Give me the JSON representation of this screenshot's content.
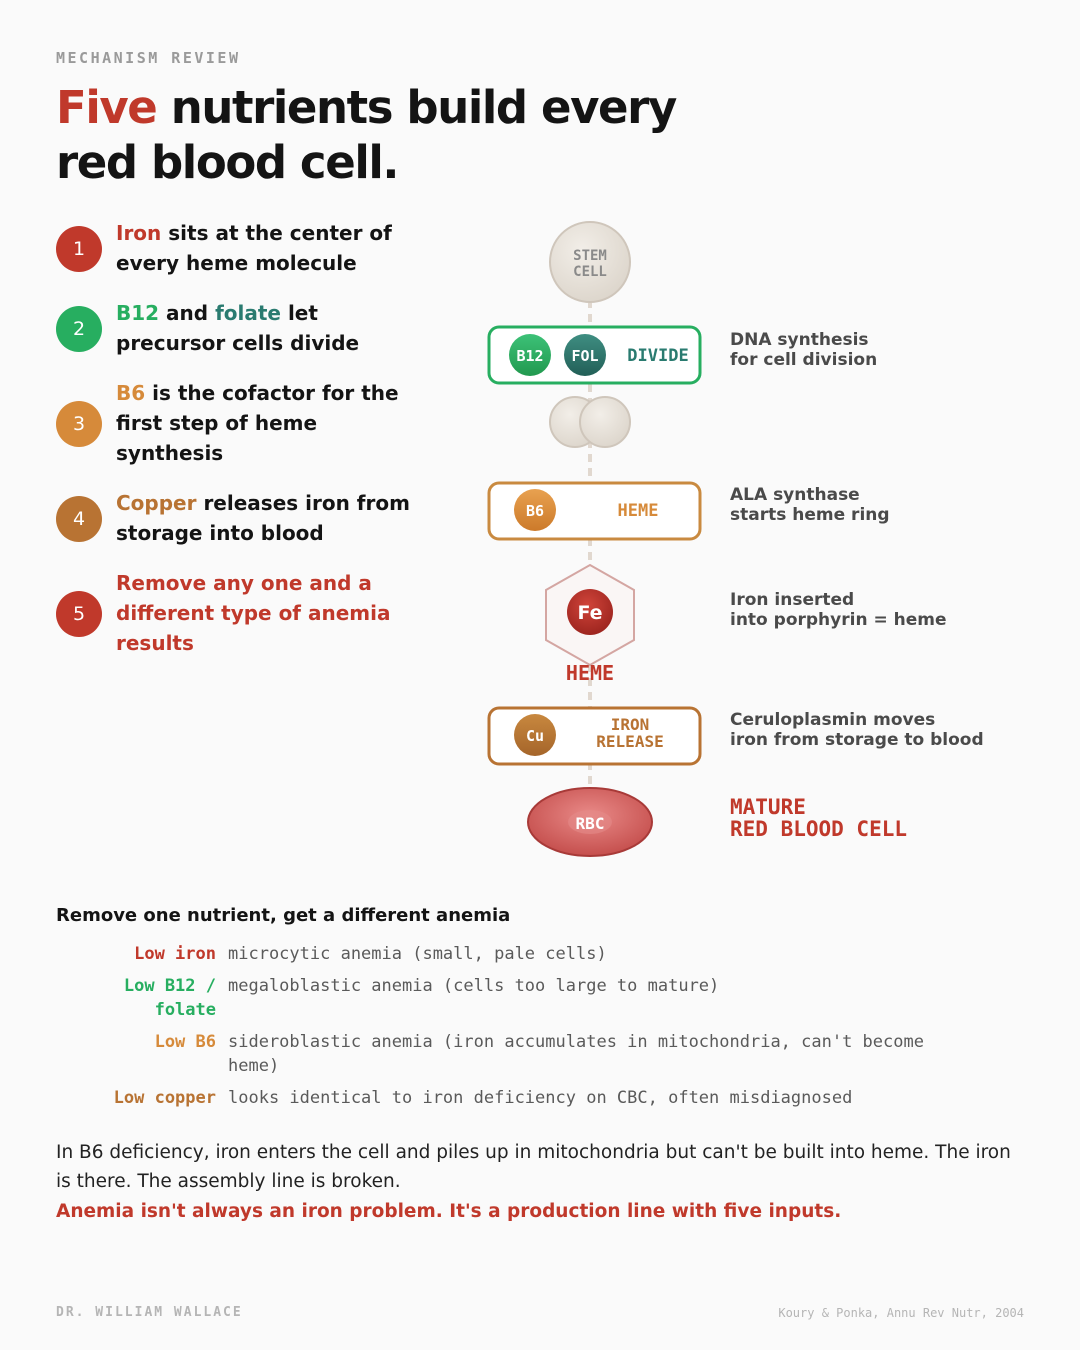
{
  "header": {
    "eyebrow": "MECHANISM REVIEW",
    "title_highlight": "Five",
    "title_rest": " nutrients build every red blood cell."
  },
  "steps": [
    {
      "number": "1",
      "parts": [
        {
          "text": "Iron",
          "color": "#c0392b"
        },
        {
          "text": " sits at the center of every heme molecule"
        }
      ]
    },
    {
      "number": "2",
      "parts": [
        {
          "text": "B12",
          "color": "#27ae60"
        },
        {
          "text": " and "
        },
        {
          "text": "folate",
          "color": "#2a7b70"
        },
        {
          "text": " let precursor cells divide"
        }
      ]
    },
    {
      "number": "3",
      "parts": [
        {
          "text": "B6",
          "color": "#d68a3a"
        },
        {
          "text": " is the cofactor for the first step of heme synthesis"
        }
      ]
    },
    {
      "number": "4",
      "parts": [
        {
          "text": "Copper",
          "color": "#b87333"
        },
        {
          "text": " releases iron from storage into blood"
        }
      ]
    },
    {
      "number": "5",
      "parts": [
        {
          "text": "Remove any one and a different type of anemia results",
          "color": "#c0392b"
        }
      ]
    }
  ],
  "diagram": {
    "stem_cell": [
      "STEM",
      "CELL"
    ],
    "divide_box": {
      "b12": "B12",
      "folate": "FOL",
      "label": "DIVIDE"
    },
    "heme_box": {
      "b6": "B6",
      "label": "HEME"
    },
    "iron": {
      "symbol": "Fe",
      "label": "HEME"
    },
    "release_box": {
      "cu": "Cu",
      "label": [
        "IRON",
        "RELEASE"
      ]
    },
    "rbc": "RBC",
    "side_labels": {
      "divide": [
        "DNA synthesis",
        "for cell division"
      ],
      "heme": [
        "ALA synthase",
        "starts heme ring"
      ],
      "iron": [
        "Iron inserted",
        "into porphyrin = heme"
      ],
      "release": [
        "Ceruloplasmin moves",
        "iron from storage to blood"
      ],
      "mature": [
        "MATURE",
        "RED BLOOD CELL"
      ]
    }
  },
  "anemia_table": {
    "title": "Remove one nutrient, get a different anemia",
    "rows": [
      {
        "cause": [
          "Low iron"
        ],
        "effect": [
          "microcytic anemia (small, pale cells)"
        ]
      },
      {
        "cause": [
          "Low B12 /",
          "folate"
        ],
        "effect": [
          "megaloblastic anemia (cells too large to mature)"
        ]
      },
      {
        "cause": [
          "Low B6"
        ],
        "effect": [
          "sideroblastic anemia (iron accumulates in mitochondria, can't become",
          "heme)"
        ]
      },
      {
        "cause": [
          "Low copper"
        ],
        "effect": [
          "looks identical to iron deficiency on CBC, often misdiagnosed"
        ]
      }
    ]
  },
  "summary": "In B6 deficiency, iron enters the cell and piles up in mitochondria but can't be built into heme. The iron is there. The assembly line is broken.",
  "summary_emphasis": "Anemia isn't always an iron problem. It's a production line with five inputs.",
  "footer": {
    "author": "DR. WILLIAM WALLACE",
    "citation": "Koury & Ponka, Annu Rev Nutr, 2004"
  },
  "colors": {
    "iron": "#c0392b",
    "b12": "#27ae60",
    "folate": "#2a7b70",
    "b6": "#d68a3a",
    "copper": "#b87333",
    "divide_border": "#27ae60",
    "box_border": "#c98a40"
  }
}
